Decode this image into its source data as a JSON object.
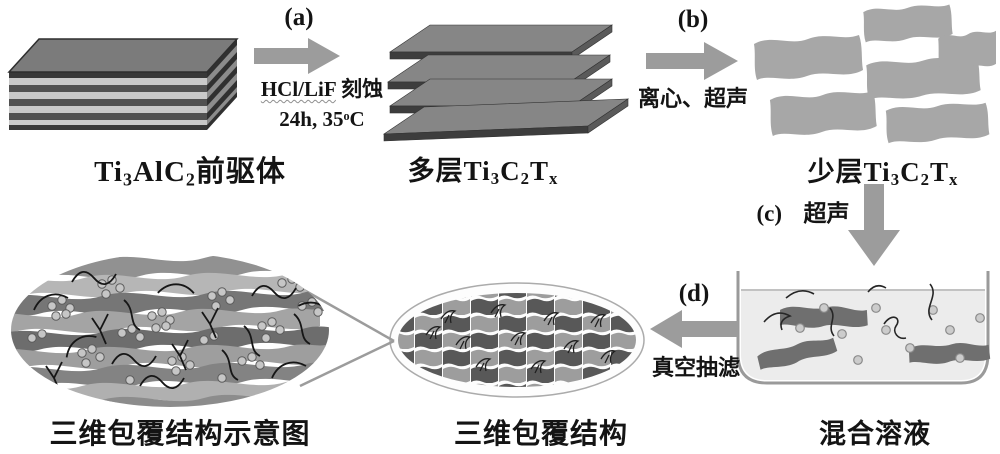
{
  "colors": {
    "background": "#ffffff",
    "arrow": "#9c9c9c",
    "text": "#141414"
  },
  "labels": {
    "precursor_segments": [
      {
        "t": "Ti"
      },
      {
        "t": "3",
        "s": "sub"
      },
      {
        "t": "AlC"
      },
      {
        "t": "2",
        "s": "sub"
      },
      {
        "t": "前驱体"
      }
    ],
    "multilayer_segments": [
      {
        "t": "多层Ti"
      },
      {
        "t": "3",
        "s": "sub"
      },
      {
        "t": "C"
      },
      {
        "t": "2",
        "s": "sub"
      },
      {
        "t": "T"
      },
      {
        "t": "x",
        "s": "sub"
      }
    ],
    "fewlayer_segments": [
      {
        "t": "少层Ti"
      },
      {
        "t": "3",
        "s": "sub"
      },
      {
        "t": "C"
      },
      {
        "t": "2",
        "s": "sub"
      },
      {
        "t": "T"
      },
      {
        "t": "x",
        "s": "sub"
      }
    ],
    "mixed_solution": "混合溶液",
    "coated_structure": "三维包覆结构",
    "coated_structure_schematic": "三维包覆结构示意图"
  },
  "steps": {
    "a": {
      "tag": "(a)",
      "caption_line1_segments": [
        {
          "t": "HCl/LiF",
          "u": true
        },
        {
          "t": " 刻蚀"
        }
      ],
      "caption_line2_segments": [
        {
          "t": "24h, 35"
        },
        {
          "t": "o",
          "s": "sup"
        },
        {
          "t": "C"
        }
      ]
    },
    "b": {
      "tag": "(b)",
      "caption": "离心、超声"
    },
    "c": {
      "tag": "(c)",
      "caption": "超声"
    },
    "d": {
      "tag": "(d)",
      "caption": "真空抽滤"
    }
  }
}
